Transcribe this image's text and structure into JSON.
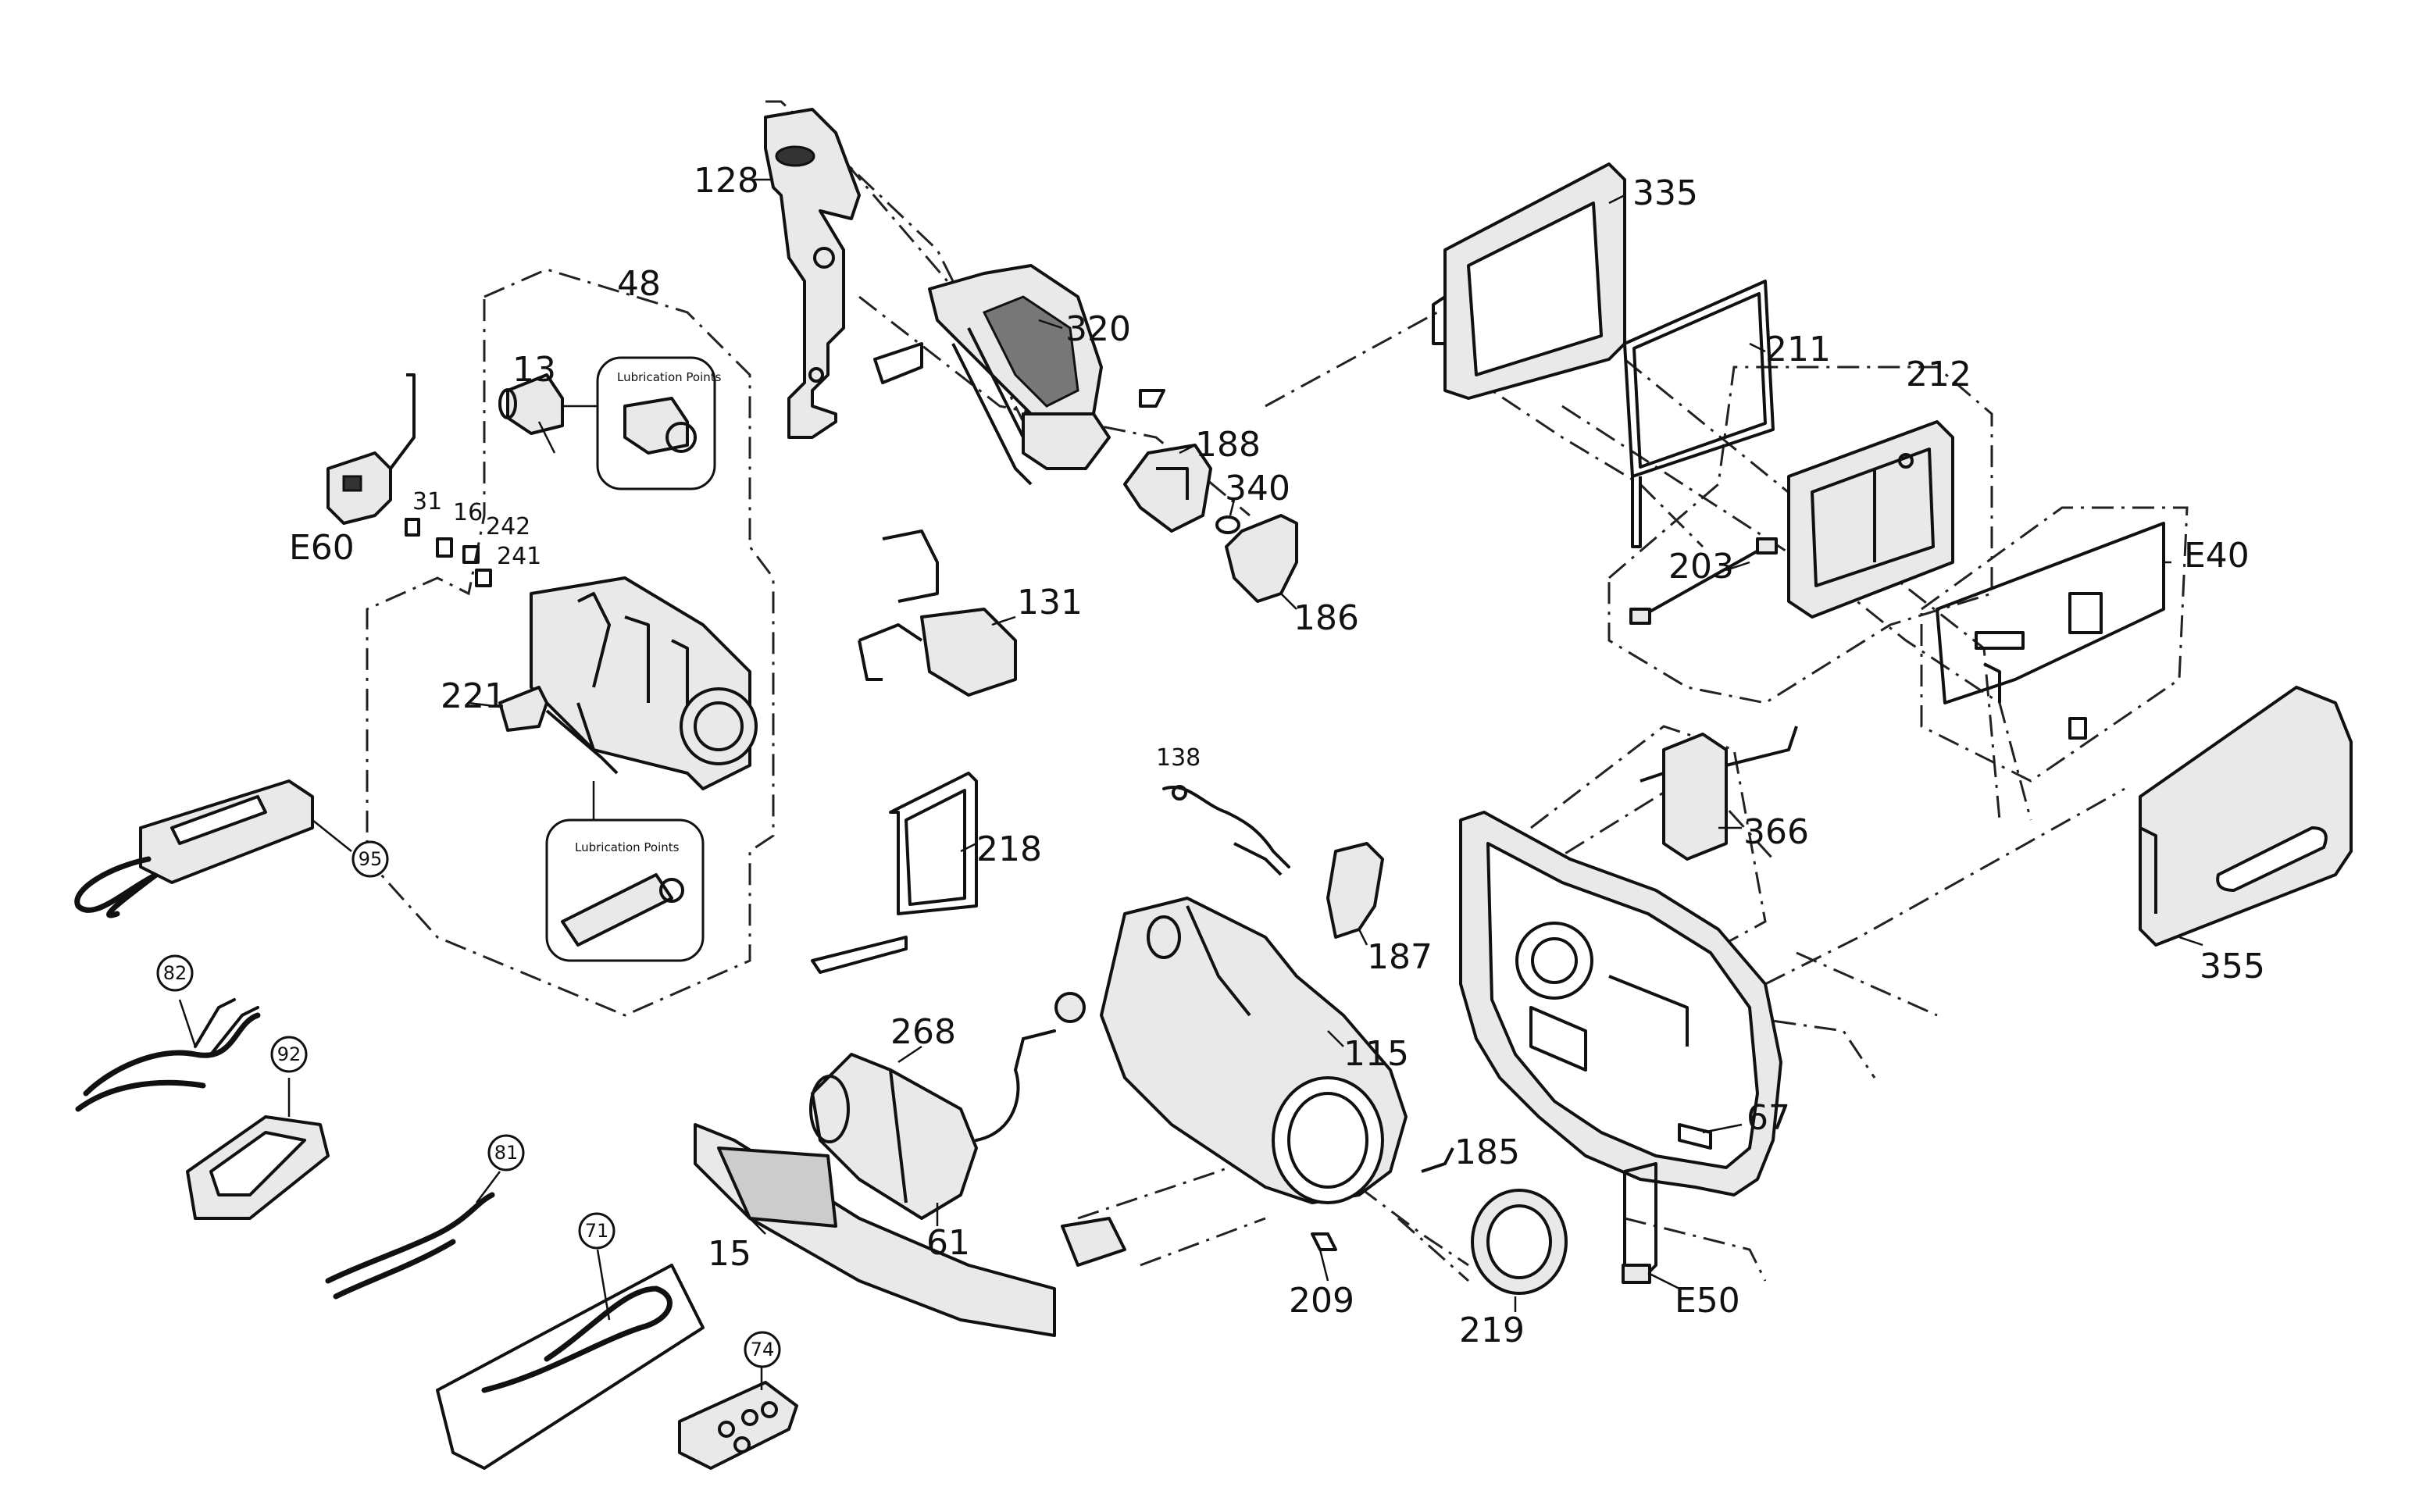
{
  "diagram": {
    "part_labels": {
      "p128": "128",
      "p335": "335",
      "p48": "48",
      "p320": "320",
      "p211": "211",
      "p13": "13",
      "p212": "212",
      "p188": "188",
      "p340": "340",
      "pE40": "E40",
      "p31": "31",
      "p16": "16",
      "p242": "242",
      "p241": "241",
      "pE60": "E60",
      "p203": "203",
      "p131": "131",
      "p186": "186",
      "p221": "221",
      "p138": "138",
      "p366": "366",
      "p218": "218",
      "p95": "95",
      "p187": "187",
      "p355": "355",
      "p82": "82",
      "p268": "268",
      "p92": "92",
      "p115": "115",
      "p67": "67",
      "p185": "185",
      "p81": "81",
      "p61": "61",
      "p15": "15",
      "p71": "71",
      "p209": "209",
      "p219": "219",
      "pE50": "E50",
      "p74": "74"
    },
    "lubrication_label_1": "Lubrication Points",
    "lubrication_label_2": "Lubrication Points"
  }
}
